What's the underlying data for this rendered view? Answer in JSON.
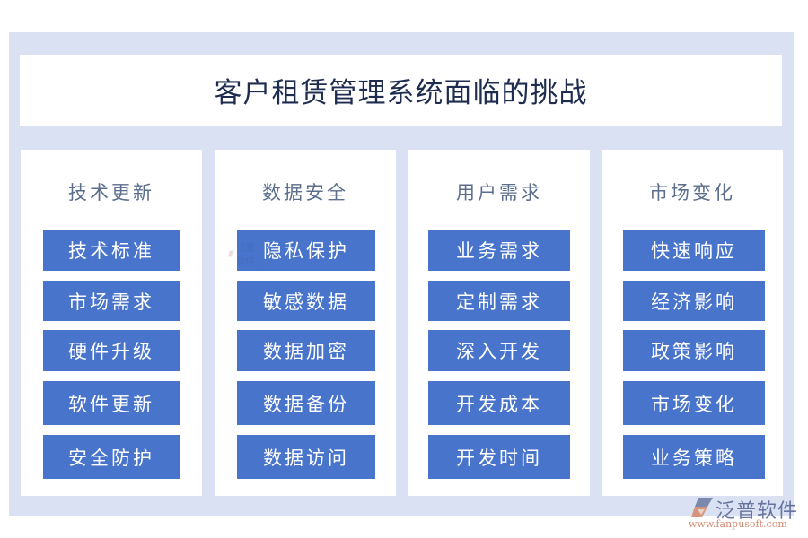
{
  "title": "客户租赁管理系统面临的挑战",
  "columns": [
    {
      "heading": "技术更新",
      "items": [
        "技术标准",
        "市场需求",
        "硬件升级",
        "软件更新",
        "安全防护"
      ]
    },
    {
      "heading": "数据安全",
      "items": [
        "隐私保护",
        "敏感数据",
        "数据加密",
        "数据备份",
        "数据访问"
      ]
    },
    {
      "heading": "用户需求",
      "items": [
        "业务需求",
        "定制需求",
        "深入开发",
        "开发成本",
        "开发时间"
      ]
    },
    {
      "heading": "市场变化",
      "items": [
        "快速响应",
        "经济影响",
        "政策影响",
        "市场变化",
        "业务策略"
      ]
    }
  ],
  "watermark": {
    "name": "泛普软件",
    "url": "www.fanpusoft.com",
    "icon": "fanpu-logo-icon"
  },
  "colors": {
    "panel": "#d9e1f3",
    "button": "#4874cb",
    "title": "#1e2d4f",
    "heading": "#5b6e8c"
  }
}
